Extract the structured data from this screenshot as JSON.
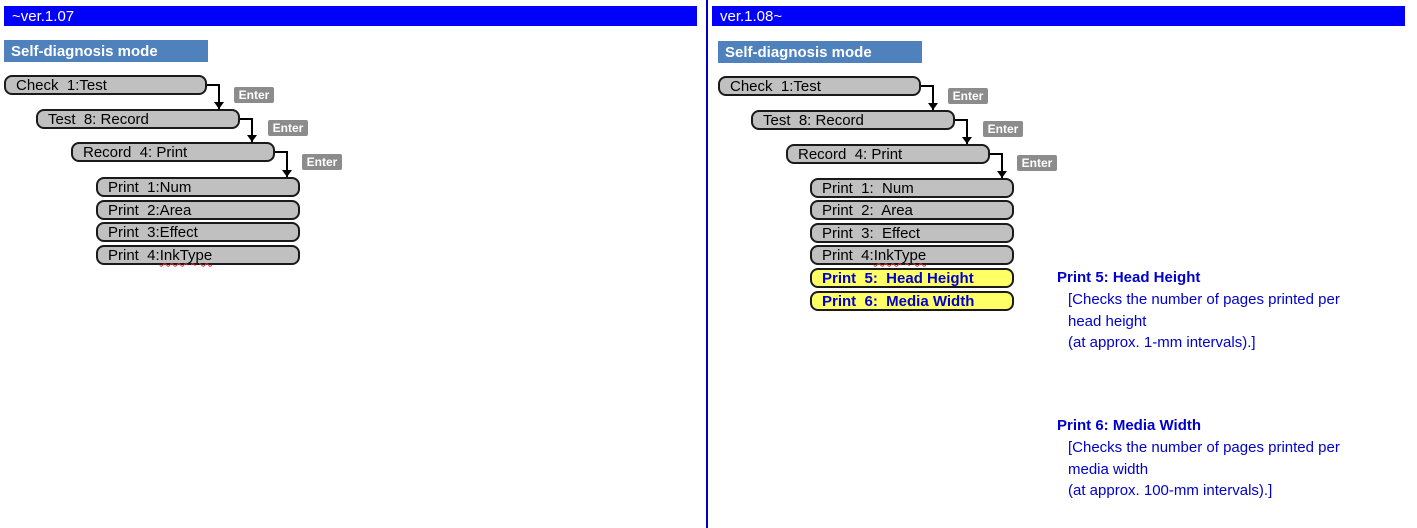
{
  "colors": {
    "header_bar": "#0101FA",
    "mode_badge": "#4F81BD",
    "menu_gray": "#C0C0C0",
    "enter_gray": "#8C8C8C",
    "highlight_yellow": "#FFFF66",
    "blue_text": "#0000CC",
    "divider": "#0000CC"
  },
  "left_panel": {
    "version": "~ver.1.07",
    "mode_label": "Self-diagnosis mode",
    "enter_label": "Enter",
    "flow": [
      "Check  1:Test",
      "Test  8: Record",
      "Record  4: Print"
    ],
    "print_items": [
      {
        "pre": "Print  1:Num",
        "squiggle": ""
      },
      {
        "pre": "Print  2:Area",
        "squiggle": ""
      },
      {
        "pre": "Print  3:Effect",
        "squiggle": ""
      },
      {
        "pre": "Print  4:",
        "squiggle": "InkType"
      }
    ]
  },
  "right_panel": {
    "version": "ver.1.08~",
    "mode_label": "Self-diagnosis mode",
    "enter_label": "Enter",
    "flow": [
      "Check  1:Test",
      "Test  8: Record",
      "Record  4: Print"
    ],
    "print_items": [
      {
        "pre": "Print  1:  Num",
        "squiggle": ""
      },
      {
        "pre": "Print  2:  Area",
        "squiggle": ""
      },
      {
        "pre": "Print  3:  Effect",
        "squiggle": ""
      },
      {
        "pre": "Print  4:",
        "squiggle": "InkType"
      },
      {
        "pre": "Print  5:  Head Height",
        "squiggle": ""
      },
      {
        "pre": "Print  6:  Media Width",
        "squiggle": ""
      }
    ],
    "annotations": [
      {
        "title": "Print 5: Head Height",
        "lines": [
          "[Checks the number of pages printed per",
          "head height",
          "(at approx. 1-mm intervals).]"
        ]
      },
      {
        "title": "Print 6: Media Width",
        "lines": [
          "[Checks the number of pages printed per",
          "media width",
          "(at approx. 100-mm intervals).]"
        ]
      }
    ]
  }
}
